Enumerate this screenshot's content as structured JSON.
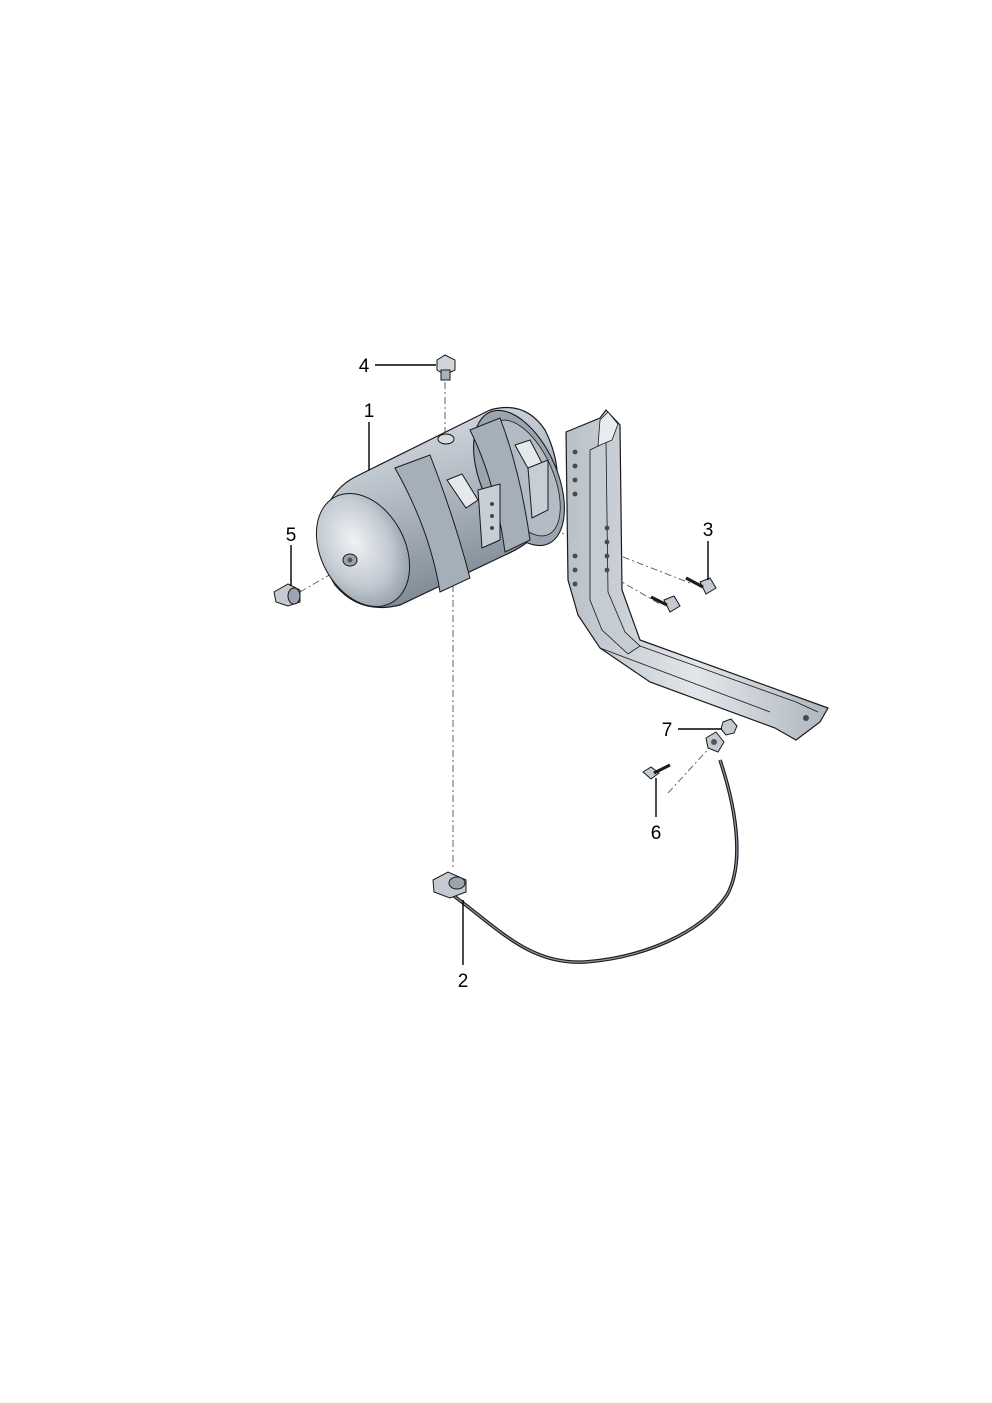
{
  "callouts": [
    {
      "id": "1",
      "label": "1"
    },
    {
      "id": "2",
      "label": "2"
    },
    {
      "id": "3",
      "label": "3"
    },
    {
      "id": "4",
      "label": "4"
    },
    {
      "id": "5",
      "label": "5"
    },
    {
      "id": "6",
      "label": "6"
    },
    {
      "id": "7",
      "label": "7"
    }
  ],
  "colors": {
    "background": "#ffffff",
    "part_fill": "#c9d0d8",
    "part_shadow": "#8d98a4",
    "bracket_fill": "#d7dce2",
    "cable": "#2a2a2a"
  }
}
